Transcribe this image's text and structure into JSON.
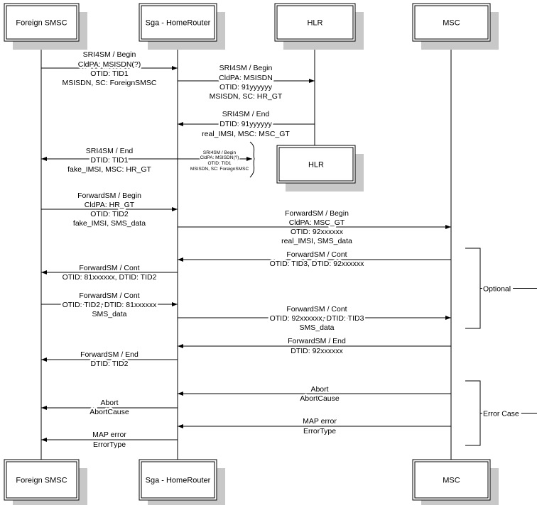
{
  "participants": [
    {
      "id": "foreign_smsc",
      "label": "Foreign SMSC"
    },
    {
      "id": "home_router",
      "label": "Sga - HomeRouter"
    },
    {
      "id": "hlr",
      "label": "HLR"
    },
    {
      "id": "msc",
      "label": "MSC"
    }
  ],
  "hlr_end_box": {
    "label": "HLR"
  },
  "messages": [
    {
      "from": "foreign_smsc",
      "to": "home_router",
      "lines": [
        "SRI4SM / Begin",
        "CldPA: MSISDN(?)",
        "OTID: TID1",
        "MSISDN, SC: ForeignSMSC"
      ]
    },
    {
      "from": "home_router",
      "to": "hlr",
      "lines": [
        "SRI4SM / Begin",
        "CldPA: MSISDN",
        "OTID: 91yyyyyy",
        "MSISDN, SC: HR_GT"
      ]
    },
    {
      "from": "hlr",
      "to": "home_router",
      "lines": [
        "SRI4SM / End",
        "DTID: 91yyyyyy",
        "real_IMSI, MSC: MSC_GT"
      ]
    },
    {
      "from": "home_router",
      "to": "foreign_smsc",
      "lines": [
        "SRI4SM / End",
        "DTID: TID1",
        "fake_IMSI, MSC: HR_GT"
      ]
    },
    {
      "from": "home_router",
      "to": "side_note",
      "lines": [
        "SRI4SM / Begin",
        "CldPA: MSISDN(?)",
        "OTID: TID1",
        "MSISDN, SC: ForeignSMSC"
      ]
    },
    {
      "from": "foreign_smsc",
      "to": "home_router",
      "lines": [
        "ForwardSM / Begin",
        "CldPA: HR_GT",
        "OTID: TID2",
        "fake_IMSI, SMS_data"
      ]
    },
    {
      "from": "home_router",
      "to": "msc",
      "lines": [
        "ForwardSM / Begin",
        "CldPA: MSC_GT",
        "OTID: 92xxxxxx",
        "real_IMSI, SMS_data"
      ]
    },
    {
      "from": "msc",
      "to": "home_router",
      "lines": [
        "ForwardSM / Cont",
        "OTID: TID3, DTID: 92xxxxxx"
      ]
    },
    {
      "from": "home_router",
      "to": "foreign_smsc",
      "lines": [
        "ForwardSM / Cont",
        "OTID: 81xxxxxx, DTID: TID2"
      ]
    },
    {
      "from": "foreign_smsc",
      "to": "home_router",
      "lines": [
        "ForwardSM / Cont",
        "OTID: TID2, DTID: 81xxxxxx",
        "SMS_data"
      ]
    },
    {
      "from": "home_router",
      "to": "msc",
      "lines": [
        "ForwardSM / Cont",
        "OTID: 92xxxxxx, DTID: TID3",
        "SMS_data"
      ]
    },
    {
      "from": "msc",
      "to": "home_router",
      "lines": [
        "ForwardSM / End",
        "DTID: 92xxxxxx"
      ]
    },
    {
      "from": "home_router",
      "to": "foreign_smsc",
      "lines": [
        "ForwardSM / End",
        "DTID: TID2"
      ]
    },
    {
      "from": "msc",
      "to": "home_router",
      "lines": [
        "Abort",
        "AbortCause"
      ]
    },
    {
      "from": "home_router",
      "to": "foreign_smsc",
      "lines": [
        "Abort",
        "AbortCause"
      ]
    },
    {
      "from": "msc",
      "to": "home_router",
      "lines": [
        "MAP error",
        "ErrorType"
      ]
    },
    {
      "from": "home_router",
      "to": "foreign_smsc",
      "lines": [
        "MAP error",
        "ErrorType"
      ]
    }
  ],
  "brackets": [
    {
      "label": "Optional"
    },
    {
      "label": "Error Case"
    }
  ]
}
